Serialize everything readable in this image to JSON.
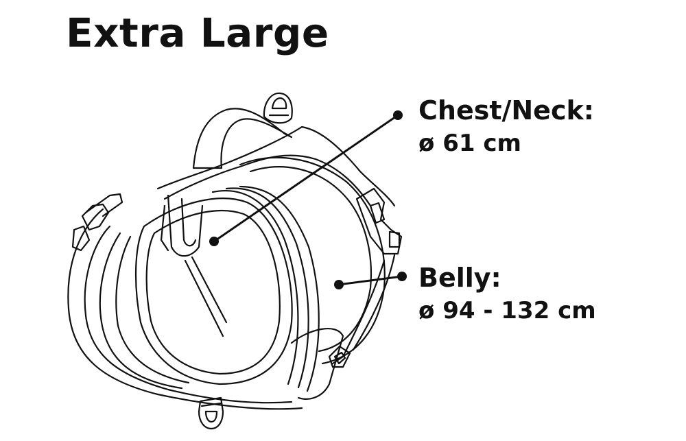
{
  "title": "Extra Large",
  "measurements": [
    {
      "name": "Chest/Neck:",
      "value": "ø 61 cm"
    },
    {
      "name": "Belly:",
      "value": "ø 94 - 132 cm"
    }
  ],
  "colors": {
    "ink": "#111111",
    "background": "#ffffff"
  }
}
